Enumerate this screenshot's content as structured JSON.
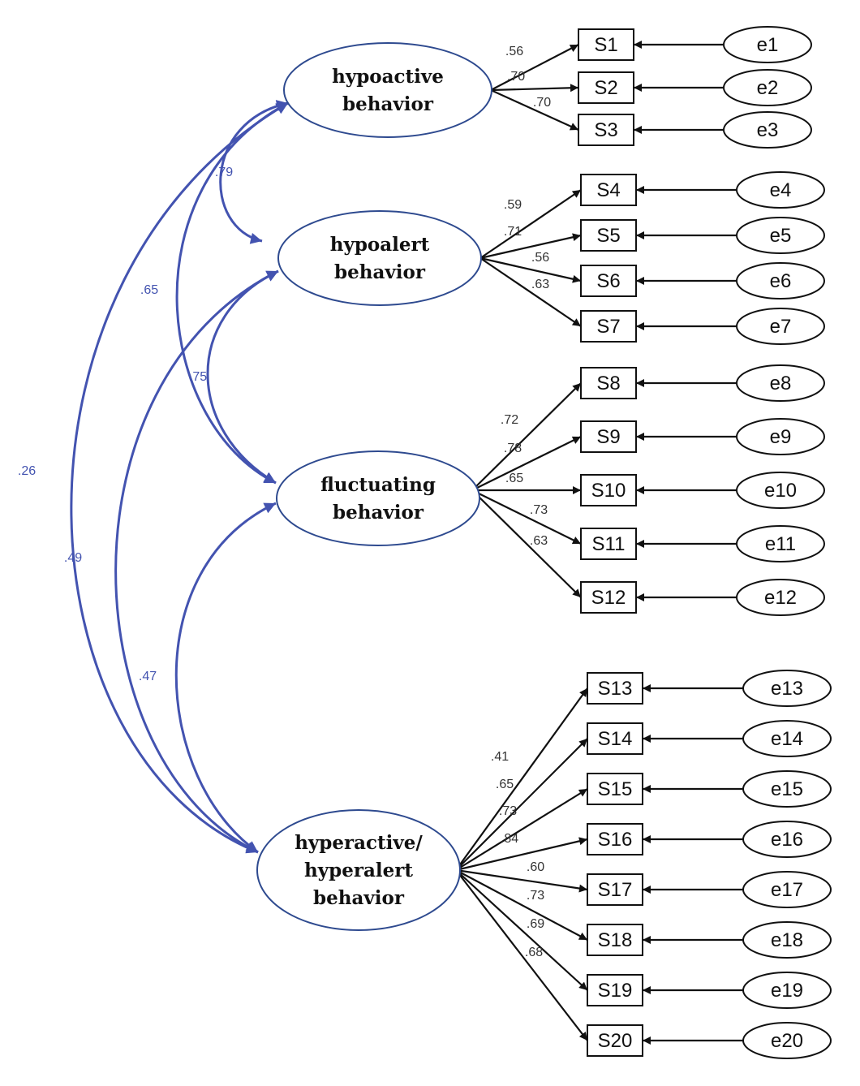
{
  "diagram": {
    "colors": {
      "factor_stroke": "#2e4a8f",
      "correlation": "#4353b0",
      "loading": "#111111"
    },
    "factors": [
      {
        "id": "f1",
        "lines": [
          "hypoactive",
          "behavior"
        ]
      },
      {
        "id": "f2",
        "lines": [
          "hypoalert",
          "behavior"
        ]
      },
      {
        "id": "f3",
        "lines": [
          "fluctuating",
          "behavior"
        ]
      },
      {
        "id": "f4",
        "lines": [
          "hyperactive/",
          "hyperalert",
          "behavior"
        ]
      }
    ],
    "items": [
      {
        "id": "S1",
        "label": "S1",
        "factor": "f1",
        "loading": ".56",
        "error": "e1"
      },
      {
        "id": "S2",
        "label": "S2",
        "factor": "f1",
        "loading": ".70",
        "error": "e2"
      },
      {
        "id": "S3",
        "label": "S3",
        "factor": "f1",
        "loading": ".70",
        "error": "e3"
      },
      {
        "id": "S4",
        "label": "S4",
        "factor": "f2",
        "loading": ".59",
        "error": "e4"
      },
      {
        "id": "S5",
        "label": "S5",
        "factor": "f2",
        "loading": ".71",
        "error": "e5"
      },
      {
        "id": "S6",
        "label": "S6",
        "factor": "f2",
        "loading": ".56",
        "error": "e6"
      },
      {
        "id": "S7",
        "label": "S7",
        "factor": "f2",
        "loading": ".63",
        "error": "e7"
      },
      {
        "id": "S8",
        "label": "S8",
        "factor": "f3",
        "loading": ".72",
        "error": "e8"
      },
      {
        "id": "S9",
        "label": "S9",
        "factor": "f3",
        "loading": ".78",
        "error": "e9"
      },
      {
        "id": "S10",
        "label": "S10",
        "factor": "f3",
        "loading": ".65",
        "error": "e10"
      },
      {
        "id": "S11",
        "label": "S11",
        "factor": "f3",
        "loading": ".73",
        "error": "e11"
      },
      {
        "id": "S12",
        "label": "S12",
        "factor": "f3",
        "loading": ".63",
        "error": "e12"
      },
      {
        "id": "S13",
        "label": "S13",
        "factor": "f4",
        "loading": ".41",
        "error": "e13"
      },
      {
        "id": "S14",
        "label": "S14",
        "factor": "f4",
        "loading": ".65",
        "error": "e14"
      },
      {
        "id": "S15",
        "label": "S15",
        "factor": "f4",
        "loading": ".73",
        "error": "e15"
      },
      {
        "id": "S16",
        "label": "S16",
        "factor": "f4",
        "loading": ".84",
        "error": "e16"
      },
      {
        "id": "S17",
        "label": "S17",
        "factor": "f4",
        "loading": ".60",
        "error": "e17"
      },
      {
        "id": "S18",
        "label": "S18",
        "factor": "f4",
        "loading": ".73",
        "error": "e18"
      },
      {
        "id": "S19",
        "label": "S19",
        "factor": "f4",
        "loading": ".69",
        "error": "e19"
      },
      {
        "id": "S20",
        "label": "S20",
        "factor": "f4",
        "loading": ".68",
        "error": "e20"
      }
    ],
    "correlations": [
      {
        "from": "f1",
        "to": "f2",
        "value": ".79"
      },
      {
        "from": "f1",
        "to": "f3",
        "value": ".65"
      },
      {
        "from": "f2",
        "to": "f3",
        "value": ".75"
      },
      {
        "from": "f1",
        "to": "f4",
        "value": ".26"
      },
      {
        "from": "f2",
        "to": "f4",
        "value": ".49"
      },
      {
        "from": "f3",
        "to": "f4",
        "value": ".47"
      }
    ]
  }
}
